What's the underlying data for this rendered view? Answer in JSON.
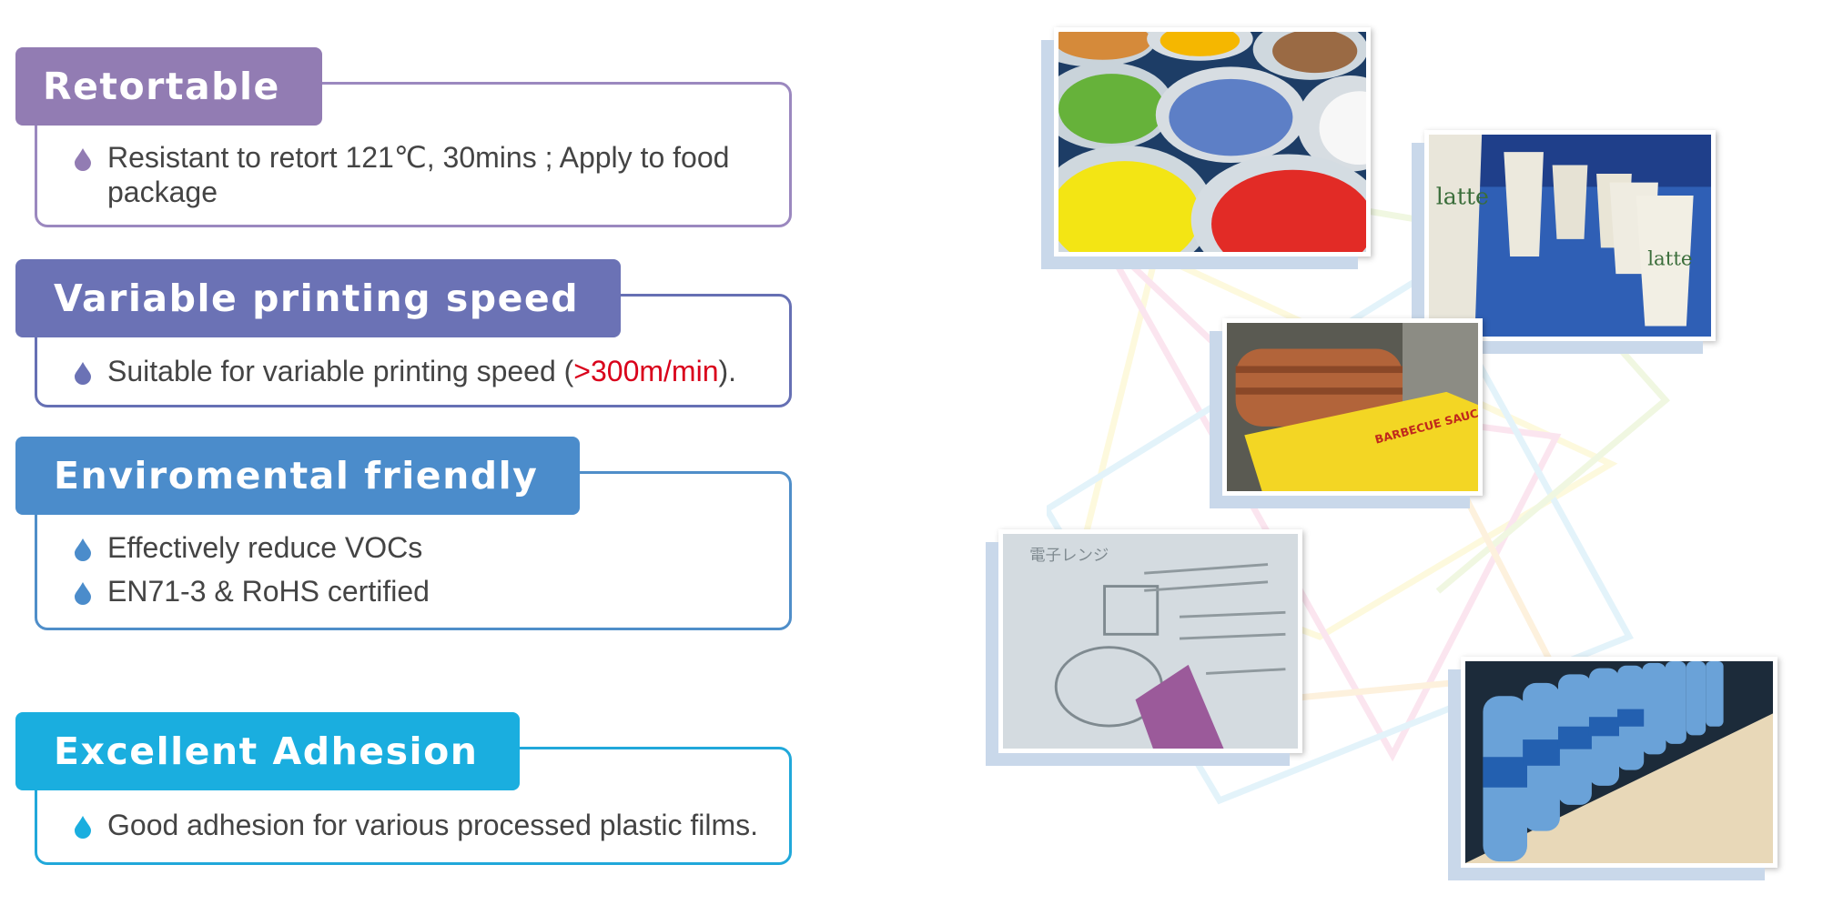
{
  "features": [
    {
      "title": "Retortable",
      "color": "#927cb3",
      "bullets": [
        {
          "text": "Resistant to retort 121℃, 30mins  ; Apply to food package"
        }
      ]
    },
    {
      "title": "Variable printing speed",
      "color": "#6b72b5",
      "bullets": [
        {
          "pre": "Suitable for variable printing speed (",
          "highlight": ">300m/min",
          "post": ")."
        }
      ]
    },
    {
      "title": "Enviromental friendly",
      "color": "#4b8ccb",
      "bullets": [
        {
          "text": "Effectively reduce VOCs"
        },
        {
          "text": "EN71-3 & RoHS certified"
        }
      ]
    },
    {
      "title": "Excellent Adhesion",
      "color": "#1aaedf",
      "bullets": [
        {
          "text": "Good adhesion for various processed plastic films."
        }
      ]
    }
  ],
  "highlight_color": "#d9001b",
  "photos": [
    {
      "subject": "paint-cans-photo"
    },
    {
      "subject": "paper-cups-photo",
      "visible_text": "latte"
    },
    {
      "subject": "label-printing-press-photo",
      "visible_text": "BARBECUE SAUCE"
    },
    {
      "subject": "embossed-packaging-film-photo",
      "visible_text": "電子レンジ"
    },
    {
      "subject": "water-bottles-photo"
    }
  ]
}
